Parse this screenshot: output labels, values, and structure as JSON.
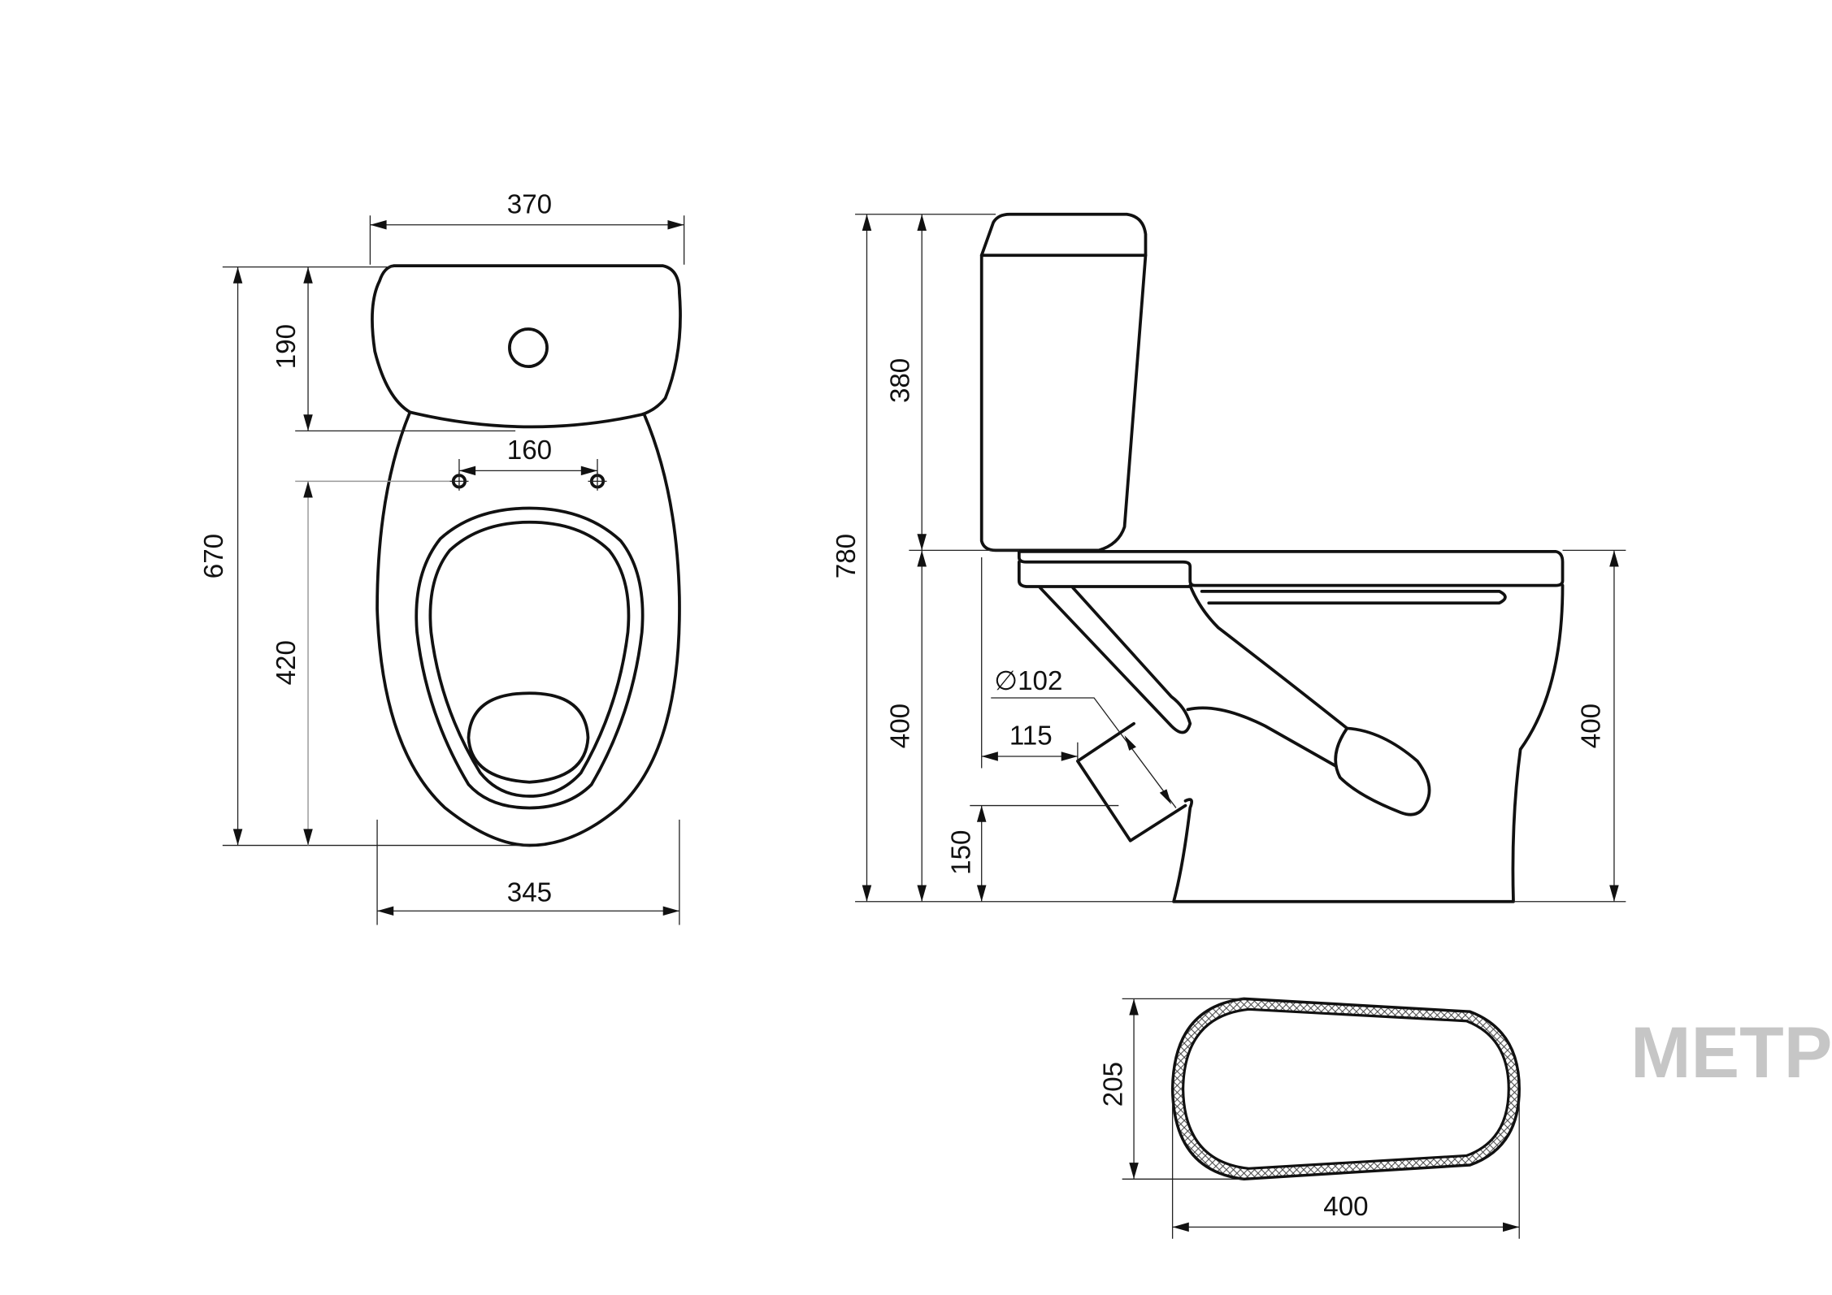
{
  "front_view": {
    "dims": {
      "width_top": "370",
      "total_height": "670",
      "tank_depth": "190",
      "bolt_spacing": "160",
      "bowl_length": "420",
      "bowl_width": "345"
    }
  },
  "side_view": {
    "dims": {
      "total_height": "780",
      "tank_height": "380",
      "seat_height_left": "400",
      "seat_height_right": "400",
      "outlet_diameter": "∅102",
      "outlet_offset": "115",
      "outlet_height": "150"
    }
  },
  "base_view": {
    "dims": {
      "depth": "205",
      "length": "400"
    }
  },
  "logo": {
    "text": "METP"
  }
}
